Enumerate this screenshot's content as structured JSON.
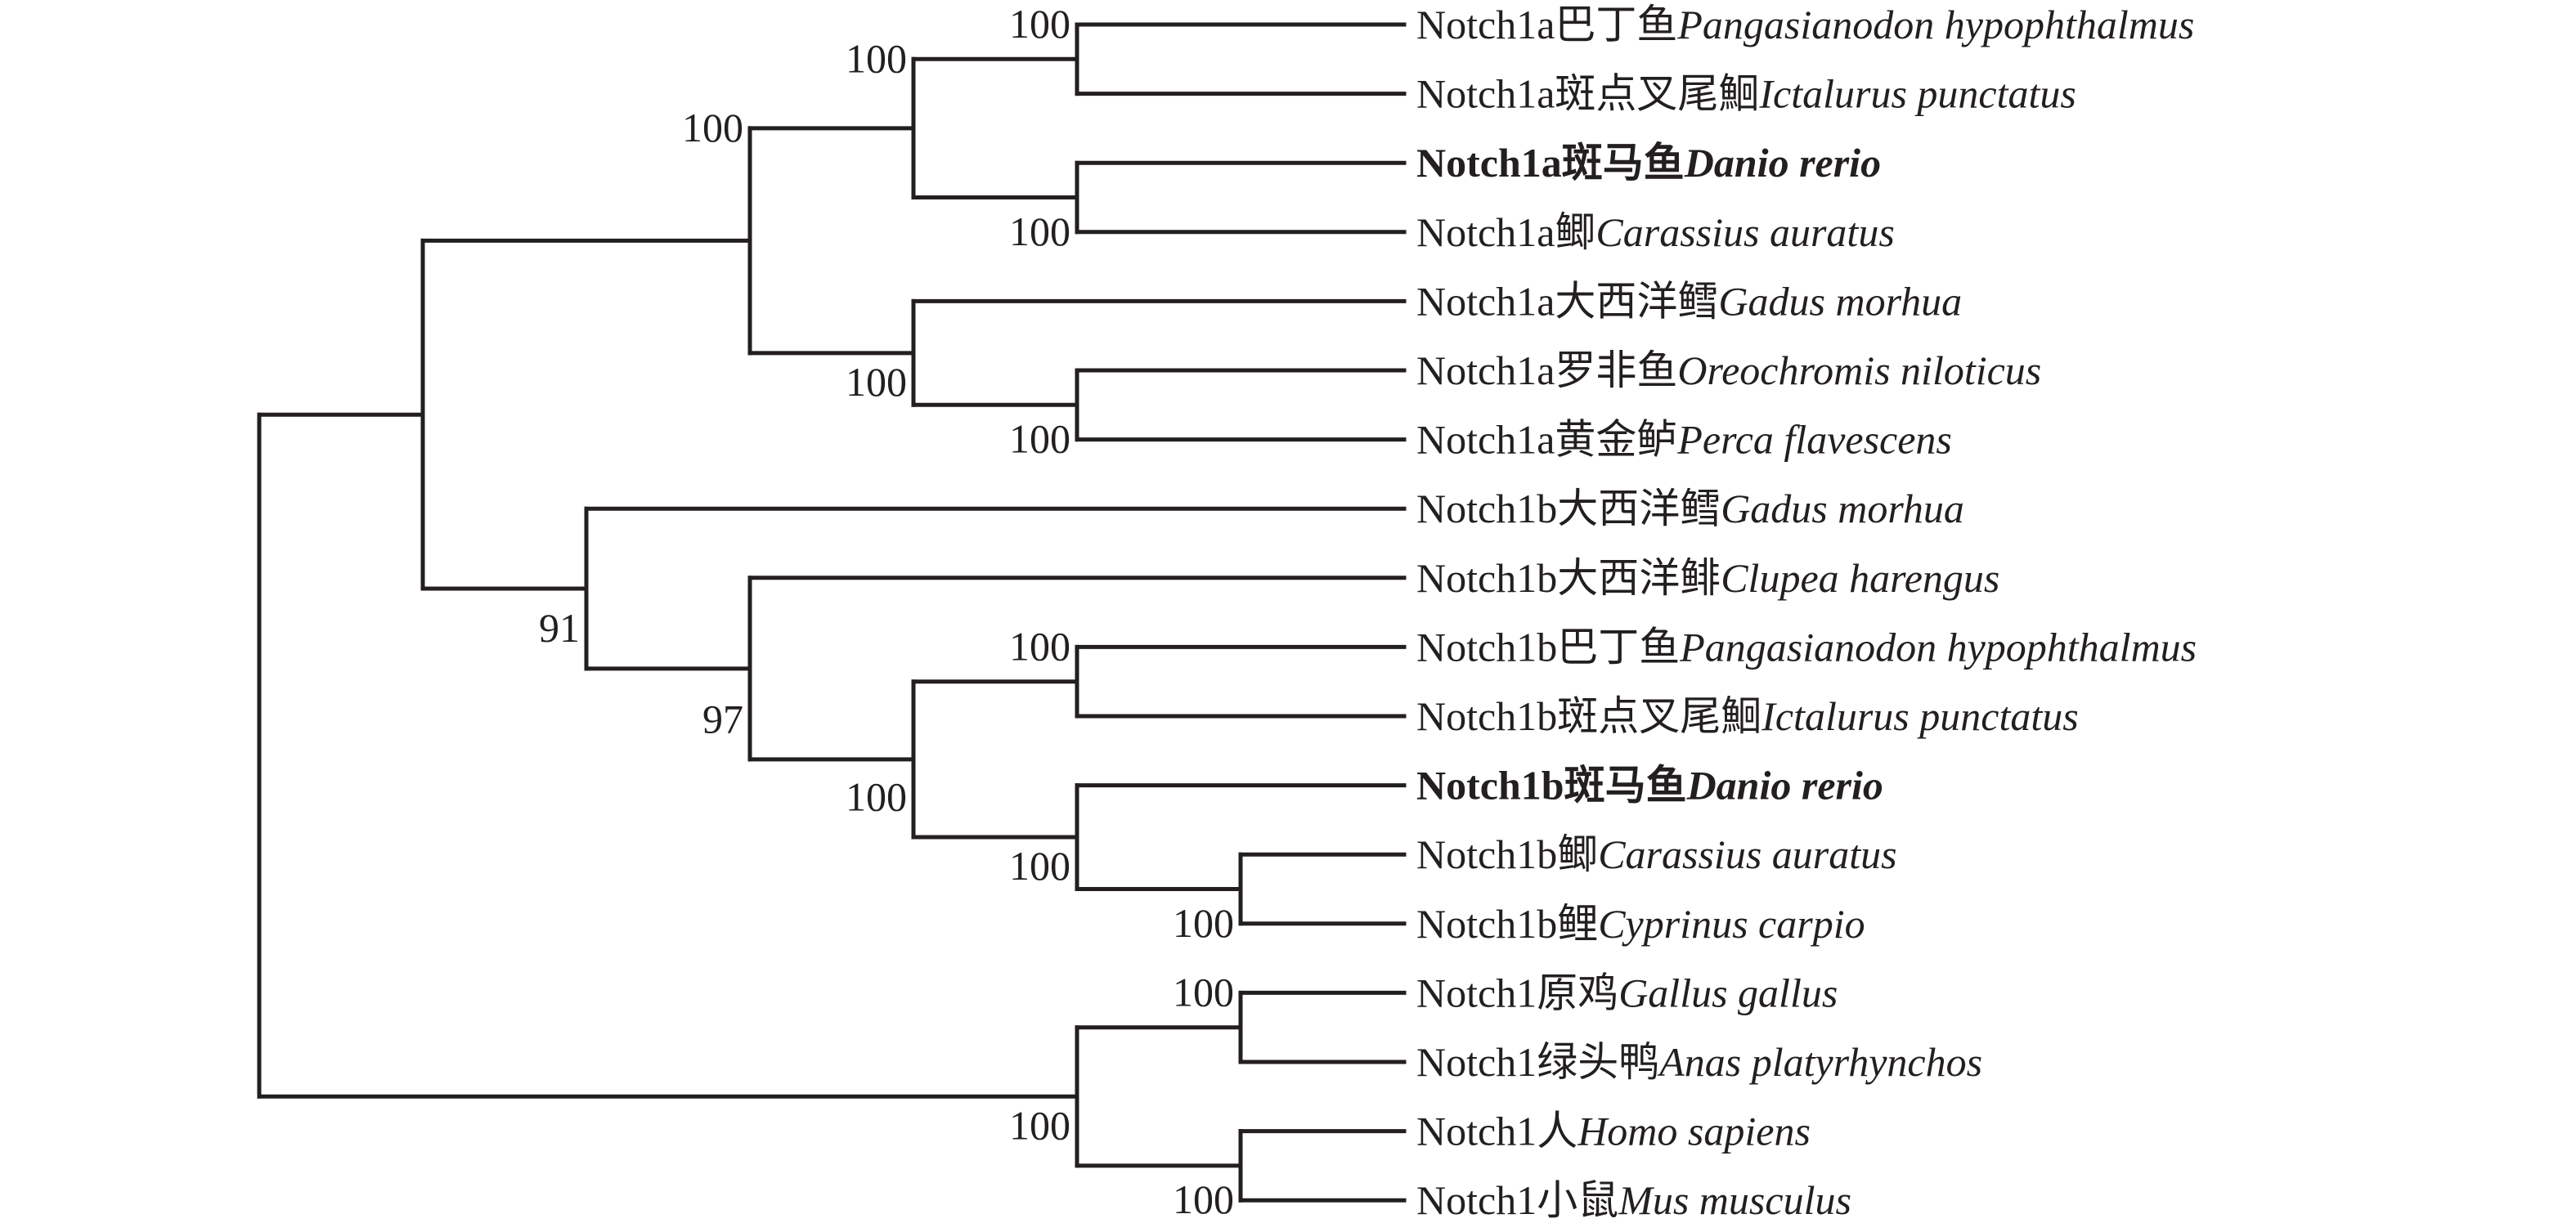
{
  "figure": {
    "type": "phylogenetic-tree",
    "layout": "rectangular-cladogram"
  },
  "leaves": [
    {
      "gene": "Notch1a",
      "common_name": "巴丁鱼",
      "species": "Pangasianodon hypophthalmus",
      "bold": false
    },
    {
      "gene": "Notch1a",
      "common_name": "斑点叉尾鮰",
      "species": "Ictalurus punctatus",
      "bold": false
    },
    {
      "gene": "Notch1a",
      "common_name": "斑马鱼",
      "species": "Danio rerio",
      "bold": true
    },
    {
      "gene": "Notch1a",
      "common_name": "鲫",
      "species": "Carassius auratus",
      "bold": false
    },
    {
      "gene": "Notch1a",
      "common_name": "大西洋鳕",
      "species": "Gadus morhua",
      "bold": false
    },
    {
      "gene": "Notch1a",
      "common_name": "罗非鱼",
      "species": "Oreochromis niloticus",
      "bold": false
    },
    {
      "gene": "Notch1a",
      "common_name": "黄金鲈",
      "species": "Perca flavescens",
      "bold": false
    },
    {
      "gene": "Notch1b",
      "common_name": "大西洋鳕",
      "species": "Gadus morhua",
      "bold": false
    },
    {
      "gene": "Notch1b",
      "common_name": "大西洋鲱",
      "species": "Clupea harengus",
      "bold": false
    },
    {
      "gene": "Notch1b",
      "common_name": "巴丁鱼",
      "species": "Pangasianodon hypophthalmus",
      "bold": false
    },
    {
      "gene": "Notch1b",
      "common_name": "斑点叉尾鮰",
      "species": "Ictalurus punctatus",
      "bold": false
    },
    {
      "gene": "Notch1b",
      "common_name": "斑马鱼",
      "species": "Danio rerio",
      "bold": true
    },
    {
      "gene": "Notch1b",
      "common_name": "鲫",
      "species": "Carassius auratus",
      "bold": false
    },
    {
      "gene": "Notch1b",
      "common_name": "鲤",
      "species": "Cyprinus carpio",
      "bold": false
    },
    {
      "gene": "Notch1",
      "common_name": "原鸡",
      "species": "Gallus gallus",
      "bold": false
    },
    {
      "gene": "Notch1",
      "common_name": "绿头鸭",
      "species": "Anas platyrhynchos",
      "bold": false
    },
    {
      "gene": "Notch1",
      "common_name": "人",
      "species": "Homo sapiens",
      "bold": false
    },
    {
      "gene": "Notch1",
      "common_name": "小鼠",
      "species": "Mus musculus",
      "bold": false
    }
  ],
  "tree": {
    "depth": 0,
    "support": null,
    "label_pos": null,
    "children": [
      {
        "depth": 1,
        "support": null,
        "label_pos": null,
        "children": [
          {
            "depth": 3,
            "support": "100",
            "label_pos": "above",
            "children": [
              {
                "depth": 4,
                "support": "100",
                "label_pos": "above",
                "children": [
                  {
                    "depth": 5,
                    "support": "100",
                    "label_pos": "above",
                    "children": [
                      {
                        "leaf": 0
                      },
                      {
                        "leaf": 1
                      }
                    ]
                  },
                  {
                    "depth": 5,
                    "support": "100",
                    "label_pos": "below",
                    "children": [
                      {
                        "leaf": 2
                      },
                      {
                        "leaf": 3
                      }
                    ]
                  }
                ]
              },
              {
                "depth": 4,
                "support": "100",
                "label_pos": "below",
                "children": [
                  {
                    "leaf": 4
                  },
                  {
                    "depth": 5,
                    "support": "100",
                    "label_pos": "below",
                    "children": [
                      {
                        "leaf": 5
                      },
                      {
                        "leaf": 6
                      }
                    ]
                  }
                ]
              }
            ]
          },
          {
            "depth": 2,
            "support": "91",
            "label_pos": "below",
            "children": [
              {
                "leaf": 7
              },
              {
                "depth": 3,
                "support": "97",
                "label_pos": "below",
                "children": [
                  {
                    "leaf": 8
                  },
                  {
                    "depth": 4,
                    "support": "100",
                    "label_pos": "below",
                    "children": [
                      {
                        "depth": 5,
                        "support": "100",
                        "label_pos": "above",
                        "children": [
                          {
                            "leaf": 9
                          },
                          {
                            "leaf": 10
                          }
                        ]
                      },
                      {
                        "depth": 5,
                        "support": "100",
                        "label_pos": "below",
                        "children": [
                          {
                            "leaf": 11
                          },
                          {
                            "depth": 6,
                            "support": "100",
                            "label_pos": "below",
                            "children": [
                              {
                                "leaf": 12
                              },
                              {
                                "leaf": 13
                              }
                            ]
                          }
                        ]
                      }
                    ]
                  }
                ]
              }
            ]
          }
        ]
      },
      {
        "depth": 5,
        "support": "100",
        "label_pos": "below",
        "children": [
          {
            "depth": 6,
            "support": "100",
            "label_pos": "above",
            "children": [
              {
                "leaf": 14
              },
              {
                "leaf": 15
              }
            ]
          },
          {
            "depth": 6,
            "support": "100",
            "label_pos": "below",
            "children": [
              {
                "leaf": 16
              },
              {
                "leaf": 17
              }
            ]
          }
        ]
      }
    ]
  }
}
